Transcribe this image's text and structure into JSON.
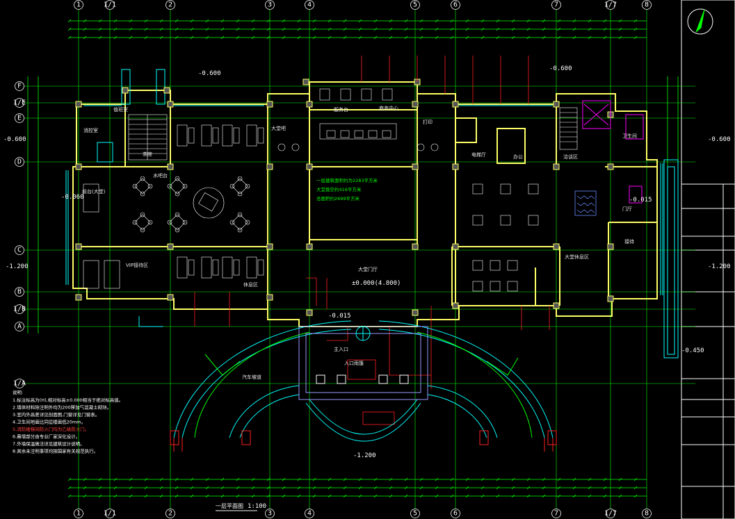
{
  "drawing": {
    "title": "一层平面图",
    "scale": "1:100",
    "colors": {
      "background": "#000000",
      "axis": "#00ff00",
      "wall": "#ffff66",
      "dim": "#00ff00",
      "window": "#00ffff",
      "furniture": "#ffffff",
      "annotation": "#ff2020",
      "hatch": "#ff00ff"
    }
  },
  "grid": {
    "columns": [
      "1",
      "1/1",
      "2",
      "3",
      "4",
      "5",
      "6",
      "7",
      "1/7",
      "8"
    ],
    "rows": [
      "F",
      "1/E",
      "E",
      "D",
      "C",
      "B",
      "1/B",
      "A",
      "1/A"
    ]
  },
  "levels": {
    "north_top": "-0.600",
    "north_right": "-0.600",
    "left_e": "-0.600",
    "right_e": "-0.600",
    "left_b": "-1.200",
    "right_b": "-1.200",
    "left_a": "-0.060",
    "right_d": "-0.015",
    "hall": "±0.000(4.800)",
    "front": "-0.015",
    "bottom": "-1.200",
    "right_bottom": "-0.450"
  },
  "rooms": {
    "r1": "值班室",
    "r2": "消控室",
    "r3": "前台(大堂)",
    "r4": "茶座",
    "r5": "水吧台",
    "r6": "VIP接待区",
    "r7": "大堂吧",
    "r8": "休息区",
    "r9": "服务台",
    "r10": "商务中心",
    "r11": "大堂门厅",
    "r12": "主入口",
    "r13": "电梯厅",
    "r14": "卫生间",
    "r15": "办公",
    "r16": "洽谈区",
    "r17": "门厅",
    "r18": "接待",
    "r19": "入口雨篷",
    "r20": "汽车坡道",
    "r21": "打印",
    "r22": "大堂休息区"
  },
  "notes": {
    "heading": "说明:",
    "items": [
      "1.标注标高为(H),相对标高±0.000相当于绝对标高值。",
      "2.墙体材料除注明外均为200厚加气混凝土砌块。",
      "3.室内外高差详见剖面图,门窗详见门窗表。",
      "4.卫生间地面比同层楼面低20mm。",
      "5.消防楼梯间防火门均为乙级防火门。",
      "6.幕墙部分由专业厂家深化设计。",
      "7.外墙保温做法详见建筑设计说明。",
      "8.其余未注明事项均按国家有关规范执行。"
    ]
  },
  "callout": "一层建筑面积约为2283平方米 大堂挑空约416平方米 总面积约2699平方米"
}
